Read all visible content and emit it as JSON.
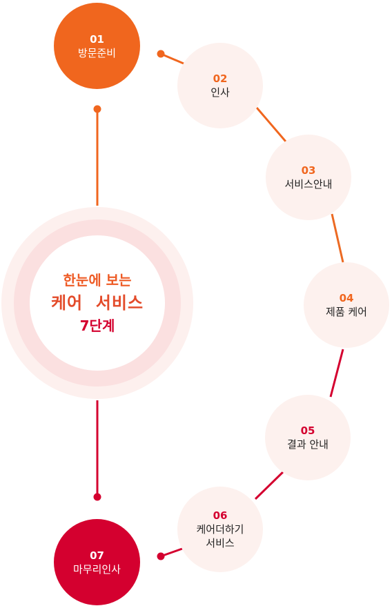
{
  "hub": {
    "line1": "한눈에 보는",
    "line2": "케어  서비스",
    "line3": "7단계"
  },
  "steps": [
    {
      "num": "01",
      "label": "방문준비"
    },
    {
      "num": "02",
      "label": "인사"
    },
    {
      "num": "03",
      "label": "서비스안내"
    },
    {
      "num": "04",
      "label": "제품 케어"
    },
    {
      "num": "05",
      "label": "결과 안내"
    },
    {
      "num": "06",
      "label": "케어더하기",
      "label2": "서비스"
    },
    {
      "num": "07",
      "label": "마무리인사"
    }
  ],
  "colors": {
    "orange": "#f0661e",
    "red": "#d4002f",
    "soft_pink": "#fdf1ee",
    "ring_pink": "#fbe0e0"
  }
}
